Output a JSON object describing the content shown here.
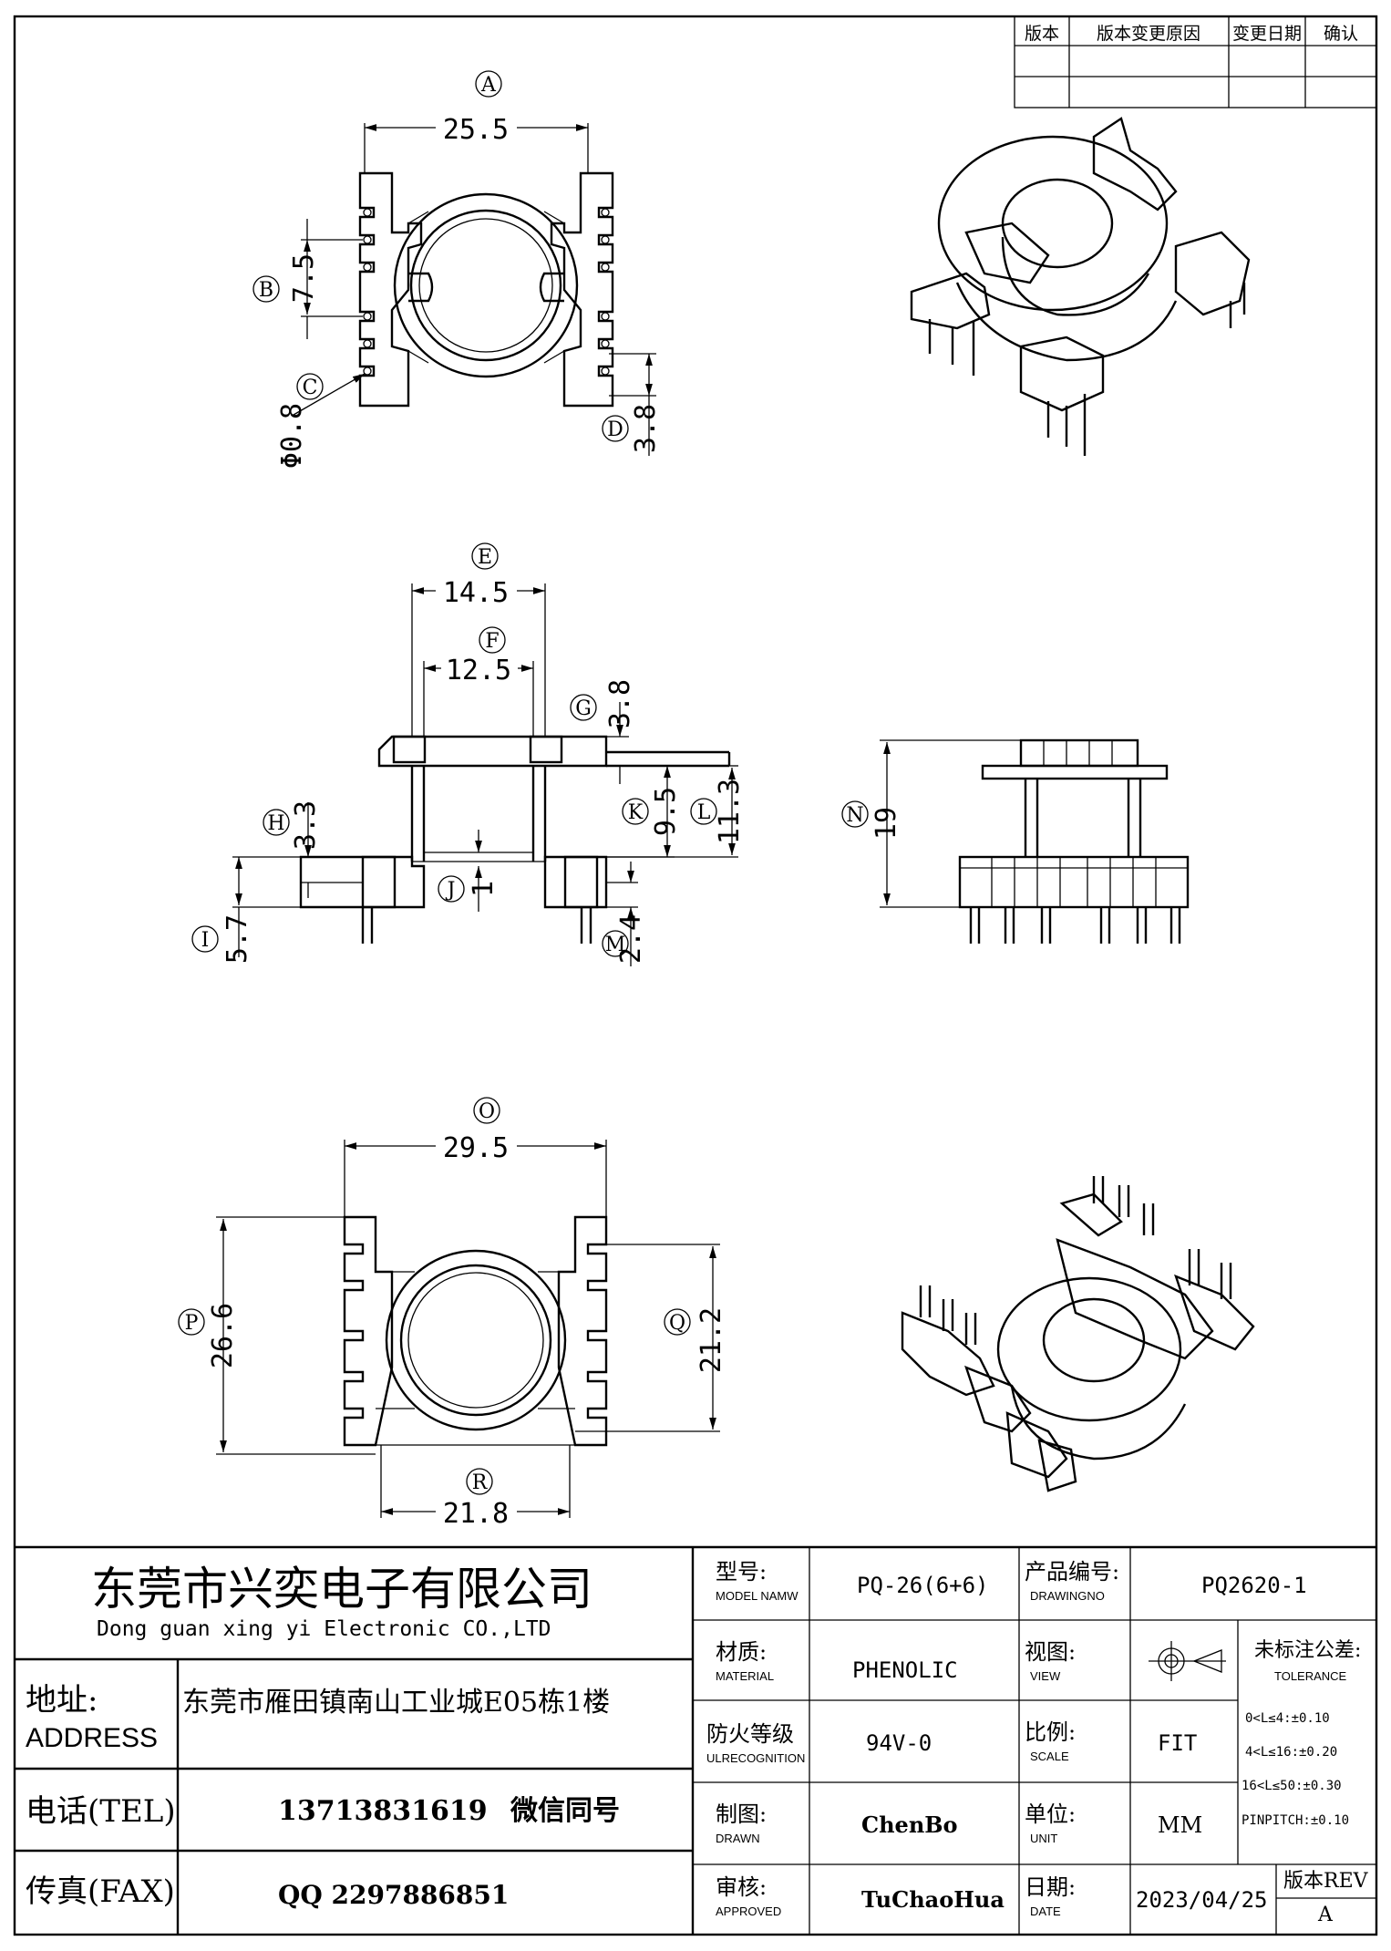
{
  "revision_table": {
    "headers": [
      "版本",
      "版本变更原因",
      "变更日期",
      "确认"
    ],
    "rows": [
      [
        "",
        "",
        "",
        ""
      ],
      [
        "",
        "",
        "",
        ""
      ]
    ]
  },
  "dimensions": [
    {
      "label": "A",
      "value": "25.5"
    },
    {
      "label": "B",
      "value": "7.5"
    },
    {
      "label": "C",
      "value": "Φ0.8"
    },
    {
      "label": "D",
      "value": "3.8"
    },
    {
      "label": "E",
      "value": "14.5"
    },
    {
      "label": "F",
      "value": "12.5"
    },
    {
      "label": "G",
      "value": "3.8"
    },
    {
      "label": "H",
      "value": "3.3"
    },
    {
      "label": "I",
      "value": "5.7"
    },
    {
      "label": "J",
      "value": "1"
    },
    {
      "label": "K",
      "value": "9.5"
    },
    {
      "label": "L",
      "value": "11.3"
    },
    {
      "label": "M",
      "value": "2.4"
    },
    {
      "label": "N",
      "value": "19"
    },
    {
      "label": "O",
      "value": "29.5"
    },
    {
      "label": "P",
      "value": "26.6"
    },
    {
      "label": "Q",
      "value": "21.2"
    },
    {
      "label": "R",
      "value": "21.8"
    }
  ],
  "company": {
    "name_cn": "东莞市兴奕电子有限公司",
    "name_en": "Dong guan xing yi Electronic CO.,LTD",
    "address_label_cn": "地址:",
    "address_label_en": "ADDRESS",
    "address": "东莞市雁田镇南山工业城E05栋1楼",
    "tel_label": "电话(TEL)",
    "tel": "13713831619",
    "tel_note": "微信同号",
    "fax_label": "传真(FAX)",
    "fax": "QQ 2297886851"
  },
  "title_block": {
    "model_label_cn": "型号:",
    "model_label_en": "MODEL NAMW",
    "model": "PQ-26(6+6)",
    "drawing_no_label_cn": "产品编号:",
    "drawing_no_label_en": "DRAWINGNO",
    "drawing_no": "PQ2620-1",
    "material_label_cn": "材质:",
    "material_label_en": "MATERIAL",
    "material": "PHENOLIC",
    "view_label_cn": "视图:",
    "view_label_en": "VIEW",
    "fire_label_cn": "防火等级",
    "fire_label_en": "ULRECOGNITION",
    "fire": "94V-0",
    "scale_label_cn": "比例:",
    "scale_label_en": "SCALE",
    "scale": "FIT",
    "drawn_label_cn": "制图:",
    "drawn_label_en": "DRAWN",
    "drawn": "ChenBo",
    "unit_label_cn": "单位:",
    "unit_label_en": "UNIT",
    "unit": "MM",
    "approved_label_cn": "审核:",
    "approved_label_en": "APPROVED",
    "approved": "TuChaoHua",
    "date_label_cn": "日期:",
    "date_label_en": "DATE",
    "date": "2023/04/25",
    "rev_label": "版本REV",
    "rev": "A",
    "tolerance_label_cn": "未标注公差:",
    "tolerance_label_en": "TOLERANCE",
    "tolerances": [
      "0<L≤4:±0.10",
      "4<L≤16:±0.20",
      "16<L≤50:±0.30",
      "PINPITCH:±0.10"
    ]
  }
}
